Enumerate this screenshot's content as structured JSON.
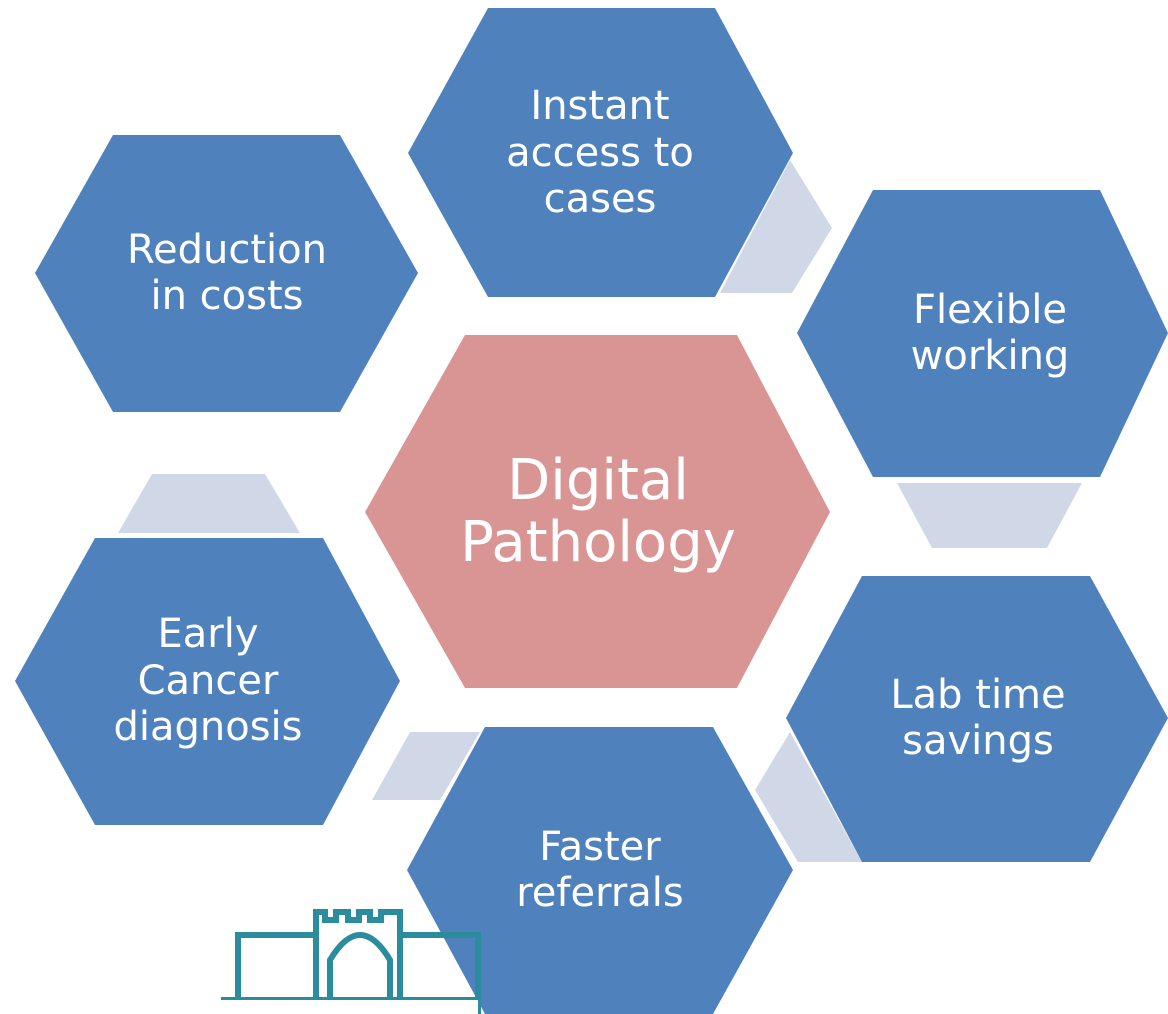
{
  "center": {
    "label": "Digital\nPathology"
  },
  "nodes": [
    {
      "label": "Instant\naccess to\ncases"
    },
    {
      "label": "Reduction\nin costs"
    },
    {
      "label": "Flexible\nworking"
    },
    {
      "label": "Early\nCancer\ndiagnosis"
    },
    {
      "label": "Lab time\nsavings"
    },
    {
      "label": "Faster\nreferrals"
    }
  ],
  "colors": {
    "node_fill": "#4f81bd",
    "center_fill": "#d99594",
    "connector_fill": "#d0d8e8",
    "logo_stroke": "#2a8c9c"
  }
}
